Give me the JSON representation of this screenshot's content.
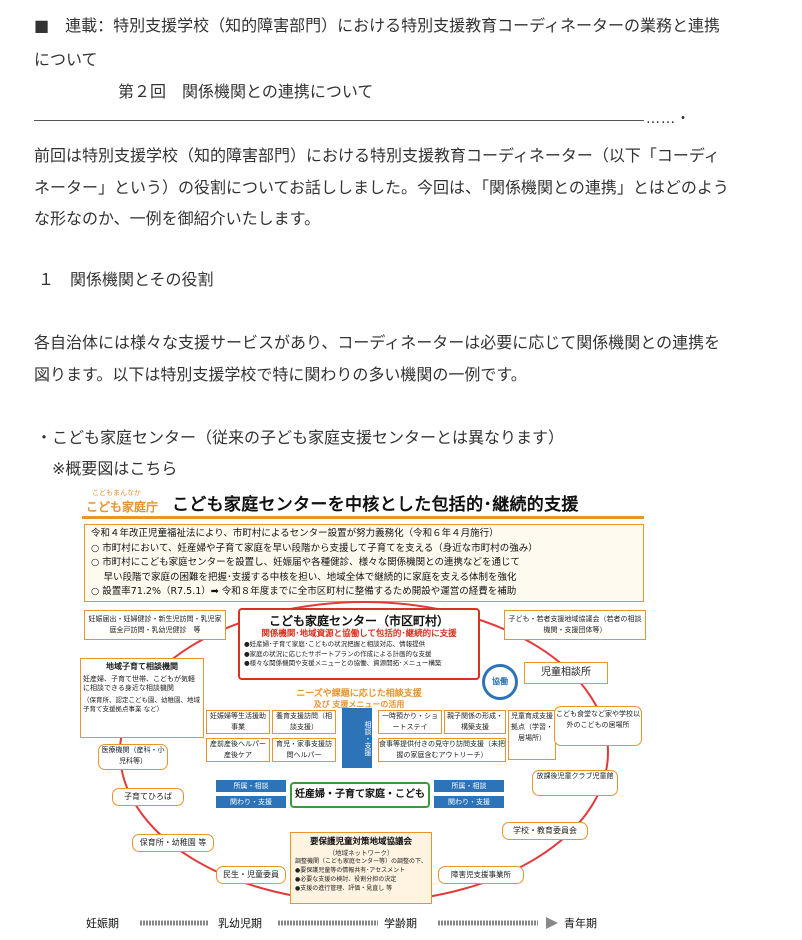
{
  "article": {
    "heading_line1": "■　連載：特別支援学校（知的障害部門）における特別支援教育コーディネーターの業務と連携",
    "heading_line2": "について",
    "subheading": "第２回　関係機関との連携について",
    "dots": "……・",
    "intro_lines": [
      "前回は特別支援学校（知的障害部門）における特別支援教育コーディネーター（以下「コーディ",
      "ネーター」という）の役割についてお話ししました。今回は、「関係機関との連携」とはどのよう",
      "な形なのか、一例を御紹介いたします。"
    ],
    "section1_title": "１　関係機関とその役割",
    "section1_lines": [
      "各自治体には様々な支援サービスがあり、コーディネーターは必要に応じて関係機関との連携を",
      "図ります。以下は特別支援学校で特に関わりの多い機関の一例です。"
    ],
    "bullet": "・こども家庭センター（従来の子ども家庭支援センターとは異なります）",
    "note": "※概要図はこちら"
  },
  "diagram": {
    "logo_small": "こどもまんなか",
    "logo": "こども家庭庁",
    "title": "こども家庭センターを中核とした包括的･継続的支援",
    "notice": [
      "令和４年改正児童福祉法により、市町村によるセンター設置が努力義務化（令和６年４月施行）",
      "○ 市町村において、妊産婦や子育て家庭を早い段階から支援して子育てを支える（身近な市町村の強み）",
      "○ 市町村にこども家庭センターを設置し、妊娠届や各種健診、様々な関係機関との連携などを通じて",
      "　 早い段階で家庭の困難を把握･支援する中核を担い、地域全体で継続的に家庭を支える体制を強化",
      "○ 設置率71.2%（R7.5.1）➡ 令和８年度までに全市区町村に整備するため開設や運営の経費を補助"
    ],
    "center_title": "こども家庭センター（市区町村）",
    "center_sub": "関係機関･地域資源と協働して包括的･継続的に支援",
    "center_items": [
      "●妊産婦･子育て家庭･こどもの状況把握と相談対応、情報提供",
      "●家庭の状況に応じたサポートプランの作成による計画的な支援",
      "●様々な関係機関や支援メニューとの協働、資源開拓･メニュー構築"
    ],
    "left_top": "妊娠届出・妊婦健診・新生児訪問・乳児家庭全戸訪問・乳幼児健診　等",
    "right_top": "子ども・若者支援地域協議会（若者の相談機関・支援団体等）",
    "jidou": "児童相談所",
    "kyodo": "協働",
    "left_org_title": "地域子育て相談機関",
    "left_org_body": "妊産婦、子育て世帯、こどもが気軽に相談できる身近な相談機関",
    "left_org_note": "（保育所、認定こども園、幼稚園、地域子育て支援拠点事業 など）",
    "needs_title": "ニーズや課題に応じた相談支援",
    "needs_sub": "及び 支援メニューの活用",
    "consult": "相談・支援",
    "menus": [
      "妊娠婦等生活援助事業",
      "養育支援訪問（相談支援）",
      "一時預かり・ショートステイ",
      "親子関係の形成・構築支援",
      "児童育成支援拠点（学習・居場所）",
      "産前産後ヘルパー産後ケア",
      "育児・家事支援訪問ヘルパー",
      "食事等提供付きの見守り訪問支援（未把握の家庭含むアウトリーチ）"
    ],
    "family": "妊産婦・子育て家庭・こども",
    "arrow_l1": "所属・相談",
    "arrow_l2": "関わり・支援",
    "arrow_r1": "所属・相談",
    "arrow_r2": "関わり・支援",
    "ring_left": [
      "医療機関（産科・小児科等）",
      "子育てひろば",
      "保育所・幼稚園 等",
      "民生・児童委員"
    ],
    "ring_right": [
      "こども食堂など家や学校以外のこどもの居場所",
      "放課後児童クラブ児童館",
      "学校・教育委員会",
      "障害児支援事業所"
    ],
    "council_title": "要保護児童対策地域協議会",
    "council_sub": "（地域ネットワーク）",
    "council_items": [
      "調整機関（こども家庭センター等）の調整の下、",
      "●要保護児童等の情報共有･アセスメント",
      "●必要な支援の検討、役割分担の決定",
      "●支援の進行管理、評価・見直し 等"
    ],
    "timeline": [
      "妊娠期",
      "乳幼児期",
      "学齢期",
      "青年期"
    ],
    "colors": {
      "orange": "#e8952e",
      "red": "#d9331f",
      "blue": "#2c73b8",
      "green": "#3a9a3a",
      "ring": "#e23a3a",
      "navy": "#1a2b5c"
    }
  }
}
